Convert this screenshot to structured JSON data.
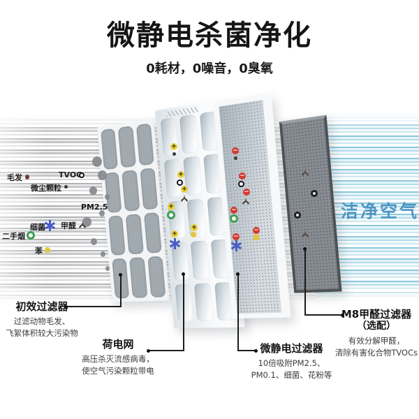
{
  "header": {
    "title": "微静电杀菌净化",
    "subtitle": "0耗材，0噪音，0臭氧"
  },
  "pollutants": {
    "hair": "毛发",
    "tvoc": "TVOC",
    "dust": "微尘颗粒",
    "pm25": "PM2.5",
    "bacteria": "细菌",
    "formaldehyde": "甲醛",
    "secondhand_smoke": "二手烟",
    "benzene": "苯"
  },
  "clean_air": {
    "label": "洁净空气",
    "color": "#4e95c3"
  },
  "filters": {
    "primary": {
      "title": "初效过滤器",
      "desc1": "过滤动物毛发、",
      "desc2": "飞絮体积较大污染物"
    },
    "charged_net": {
      "title": "荷电网",
      "desc1": "高压杀灭流感病毒，",
      "desc2": "使空气污染颗粒带电"
    },
    "electrostatic": {
      "title": "微静电过滤器",
      "desc1": "10倍吸附PM2.5、",
      "desc2": "PM0.1、细菌、花粉等"
    },
    "m8": {
      "title": "M8甲醛过滤器",
      "subtitle": "（选配）",
      "desc1": "有效分解甲醛，",
      "desc2": "清除有害化合物TVOCs"
    }
  },
  "icons": {
    "plus_charge": "+",
    "minus_charge": "−"
  },
  "colors": {
    "accent_blue": "#4e95c3",
    "charge_plus": "#e9d13b",
    "charge_minus": "#d4392e",
    "bacteria_star": "#4a5cc6",
    "smoke_ring": "#3f9e52",
    "benzene_dot": "#e2c63f",
    "hair_dot": "#753736",
    "dark_panel_frame": "#4e5154"
  }
}
